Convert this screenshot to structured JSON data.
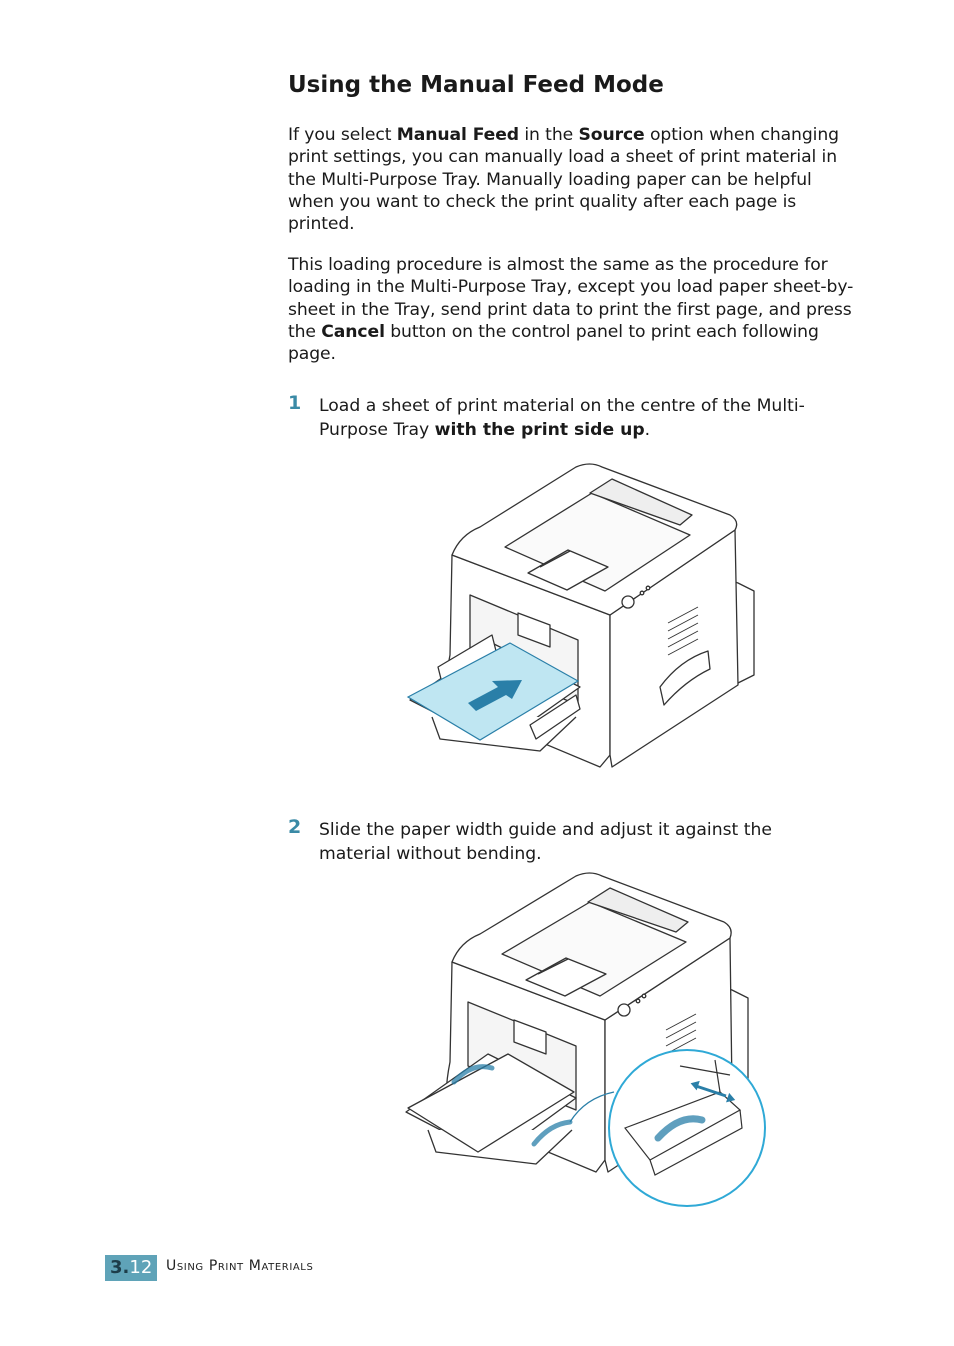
{
  "heading": "Using the Manual Feed Mode",
  "para1": {
    "t1": "If you select ",
    "b1": "Manual Feed",
    "t2": " in the ",
    "b2": "Source",
    "t3": " option when changing print settings, you can manually load a sheet of print material in the Multi-Purpose Tray. Manually loading paper can be helpful when you want to check the print quality after each page is printed."
  },
  "para2": {
    "t1": "This loading procedure is almost the same as the procedure for loading in the Multi-Purpose Tray, except you load paper sheet-by-sheet in the Tray, send print data to print the first page, and press the ",
    "b1": "Cancel",
    "t2": " button on the control panel to print each following page."
  },
  "steps": [
    {
      "num": "1",
      "text": "Load a sheet of print material on the centre of the Multi-Purpose Tray ",
      "bold": "with the print side up",
      "tail": "."
    },
    {
      "num": "2",
      "text": "Slide the paper width guide and adjust it against the material without bending.",
      "bold": "",
      "tail": ""
    }
  ],
  "footer": {
    "chapter": "3.",
    "page": "12",
    "title": "Using Print Materials"
  },
  "colors": {
    "accent": "#3a8aa6",
    "badge": "#5fa3b8",
    "paper_highlight": "#bfe6f2",
    "arrow": "#2a7fa8"
  }
}
